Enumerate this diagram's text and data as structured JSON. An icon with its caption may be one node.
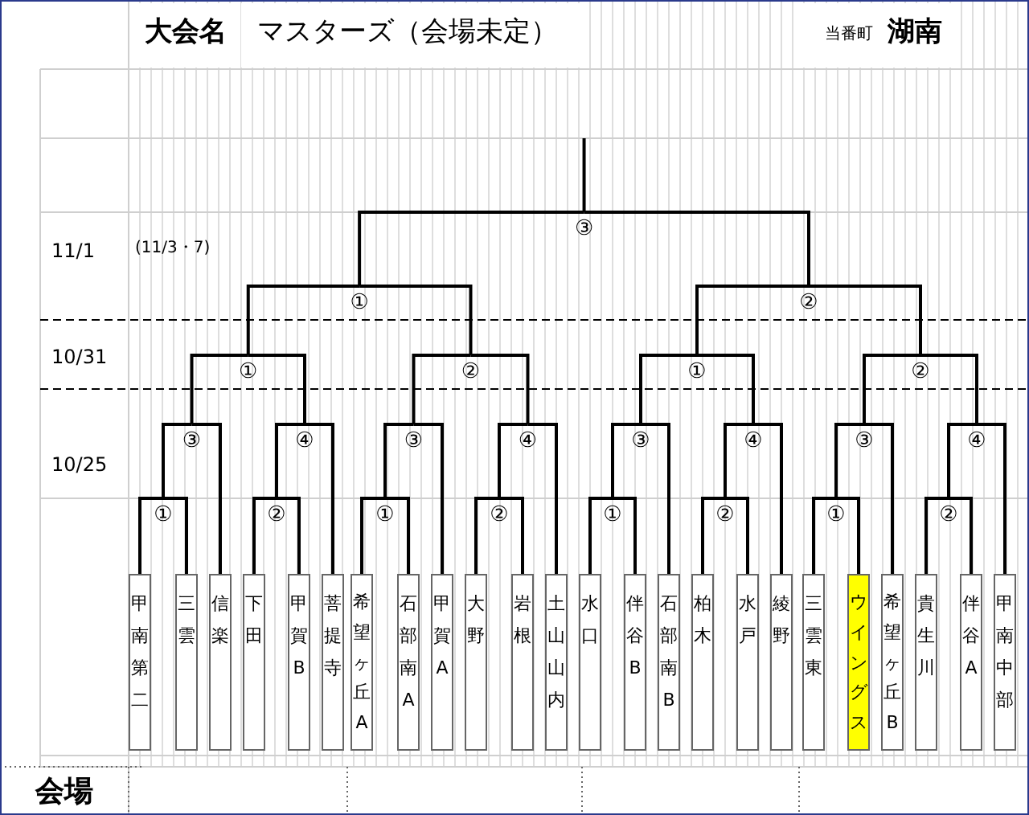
{
  "diagram": {
    "title": "マスターズ（会場未定）",
    "nodes": [
      {
        "text": [
          "甲南第二"
        ]
      },
      {
        "text": [
          "三雲"
        ]
      },
      {
        "text": [
          "信楽"
        ]
      },
      {
        "text": [
          "下田"
        ]
      },
      {
        "text": [
          "甲賀B"
        ]
      },
      {
        "text": [
          "菩提寺"
        ]
      },
      {
        "text": [
          "希望ヶ丘A"
        ]
      },
      {
        "text": [
          "石部南A"
        ]
      },
      {
        "text": [
          "甲賀A"
        ]
      },
      {
        "text": [
          "大野"
        ]
      },
      {
        "text": [
          "岩根"
        ]
      },
      {
        "text": [
          "土山山内"
        ]
      },
      {
        "text": [
          "水口"
        ]
      },
      {
        "text": [
          "伴谷B"
        ]
      },
      {
        "text": [
          "石部南B"
        ]
      },
      {
        "text": [
          "柏木"
        ]
      },
      {
        "text": [
          "水戸"
        ]
      },
      {
        "text": [
          "綾野"
        ]
      },
      {
        "text": [
          "三雲東"
        ]
      },
      {
        "text": [
          "ウイングス"
        ]
      },
      {
        "text": [
          "希望ヶ丘B"
        ]
      },
      {
        "text": [
          "貴生川"
        ]
      },
      {
        "text": [
          "伴谷A"
        ]
      },
      {
        "text": [
          "甲南中部"
        ]
      },
      {
        "text": [
          "①"
        ]
      },
      {
        "text": [
          "②"
        ]
      },
      {
        "text": [
          "①"
        ]
      },
      {
        "text": [
          "②"
        ]
      },
      {
        "text": [
          "①"
        ]
      },
      {
        "text": [
          "②"
        ]
      },
      {
        "text": [
          "①"
        ]
      },
      {
        "text": [
          "②"
        ]
      },
      {
        "text": [
          "③"
        ]
      },
      {
        "text": [
          "④"
        ]
      },
      {
        "text": [
          "③"
        ]
      },
      {
        "text": [
          "④"
        ]
      },
      {
        "text": [
          "③"
        ]
      },
      {
        "text": [
          "④"
        ]
      },
      {
        "text": [
          "③"
        ]
      },
      {
        "text": [
          "④"
        ]
      },
      {
        "text": [
          "①"
        ]
      },
      {
        "text": [
          "②"
        ]
      },
      {
        "text": [
          "①"
        ]
      },
      {
        "text": [
          "②"
        ]
      },
      {
        "text": [
          "①"
        ]
      },
      {
        "text": [
          "②"
        ]
      },
      {
        "text": [
          "③"
        ]
      }
    ],
    "edges": [
      {
        "from": 0,
        "to": 24,
        "arrow": "none"
      },
      {
        "from": 1,
        "to": 24,
        "arrow": "none"
      },
      {
        "from": 3,
        "to": 25,
        "arrow": "none"
      },
      {
        "from": 4,
        "to": 25,
        "arrow": "none"
      },
      {
        "from": 6,
        "to": 26,
        "arrow": "none"
      },
      {
        "from": 7,
        "to": 26,
        "arrow": "none"
      },
      {
        "from": 9,
        "to": 27,
        "arrow": "none"
      },
      {
        "from": 10,
        "to": 27,
        "arrow": "none"
      },
      {
        "from": 12,
        "to": 28,
        "arrow": "none"
      },
      {
        "from": 13,
        "to": 28,
        "arrow": "none"
      },
      {
        "from": 15,
        "to": 29,
        "arrow": "none"
      },
      {
        "from": 16,
        "to": 29,
        "arrow": "none"
      },
      {
        "from": 18,
        "to": 30,
        "arrow": "none"
      },
      {
        "from": 19,
        "to": 30,
        "arrow": "none"
      },
      {
        "from": 21,
        "to": 31,
        "arrow": "none"
      },
      {
        "from": 22,
        "to": 31,
        "arrow": "none"
      },
      {
        "from": 24,
        "to": 32,
        "arrow": "none"
      },
      {
        "from": 2,
        "to": 32,
        "arrow": "none"
      },
      {
        "from": 25,
        "to": 33,
        "arrow": "none"
      },
      {
        "from": 5,
        "to": 33,
        "arrow": "none"
      },
      {
        "from": 26,
        "to": 34,
        "arrow": "none"
      },
      {
        "from": 8,
        "to": 34,
        "arrow": "none"
      },
      {
        "from": 27,
        "to": 35,
        "arrow": "none"
      },
      {
        "from": 11,
        "to": 35,
        "arrow": "none"
      },
      {
        "from": 28,
        "to": 36,
        "arrow": "none"
      },
      {
        "from": 14,
        "to": 36,
        "arrow": "none"
      },
      {
        "from": 29,
        "to": 37,
        "arrow": "none"
      },
      {
        "from": 17,
        "to": 37,
        "arrow": "none"
      },
      {
        "from": 30,
        "to": 38,
        "arrow": "none"
      },
      {
        "from": 20,
        "to": 38,
        "arrow": "none"
      },
      {
        "from": 31,
        "to": 39,
        "arrow": "none"
      },
      {
        "from": 23,
        "to": 39,
        "arrow": "none"
      },
      {
        "from": 32,
        "to": 40,
        "arrow": "none"
      },
      {
        "from": 33,
        "to": 40,
        "arrow": "none"
      },
      {
        "from": 34,
        "to": 41,
        "arrow": "none"
      },
      {
        "from": 35,
        "to": 41,
        "arrow": "none"
      },
      {
        "from": 36,
        "to": 42,
        "arrow": "none"
      },
      {
        "from": 37,
        "to": 42,
        "arrow": "none"
      },
      {
        "from": 38,
        "to": 43,
        "arrow": "none"
      },
      {
        "from": 39,
        "to": 43,
        "arrow": "none"
      },
      {
        "from": 40,
        "to": 44,
        "arrow": "none"
      },
      {
        "from": 41,
        "to": 44,
        "arrow": "none"
      },
      {
        "from": 42,
        "to": 45,
        "arrow": "none"
      },
      {
        "from": 43,
        "to": 45,
        "arrow": "none"
      },
      {
        "from": 44,
        "to": 46,
        "arrow": "none"
      },
      {
        "from": 45,
        "to": 46,
        "arrow": "none"
      }
    ],
    "labels": [
      "大会名",
      "当番町",
      "湖南",
      "11/1",
      "(11/3・7)",
      "10/31",
      "10/25",
      "会場"
    ]
  }
}
